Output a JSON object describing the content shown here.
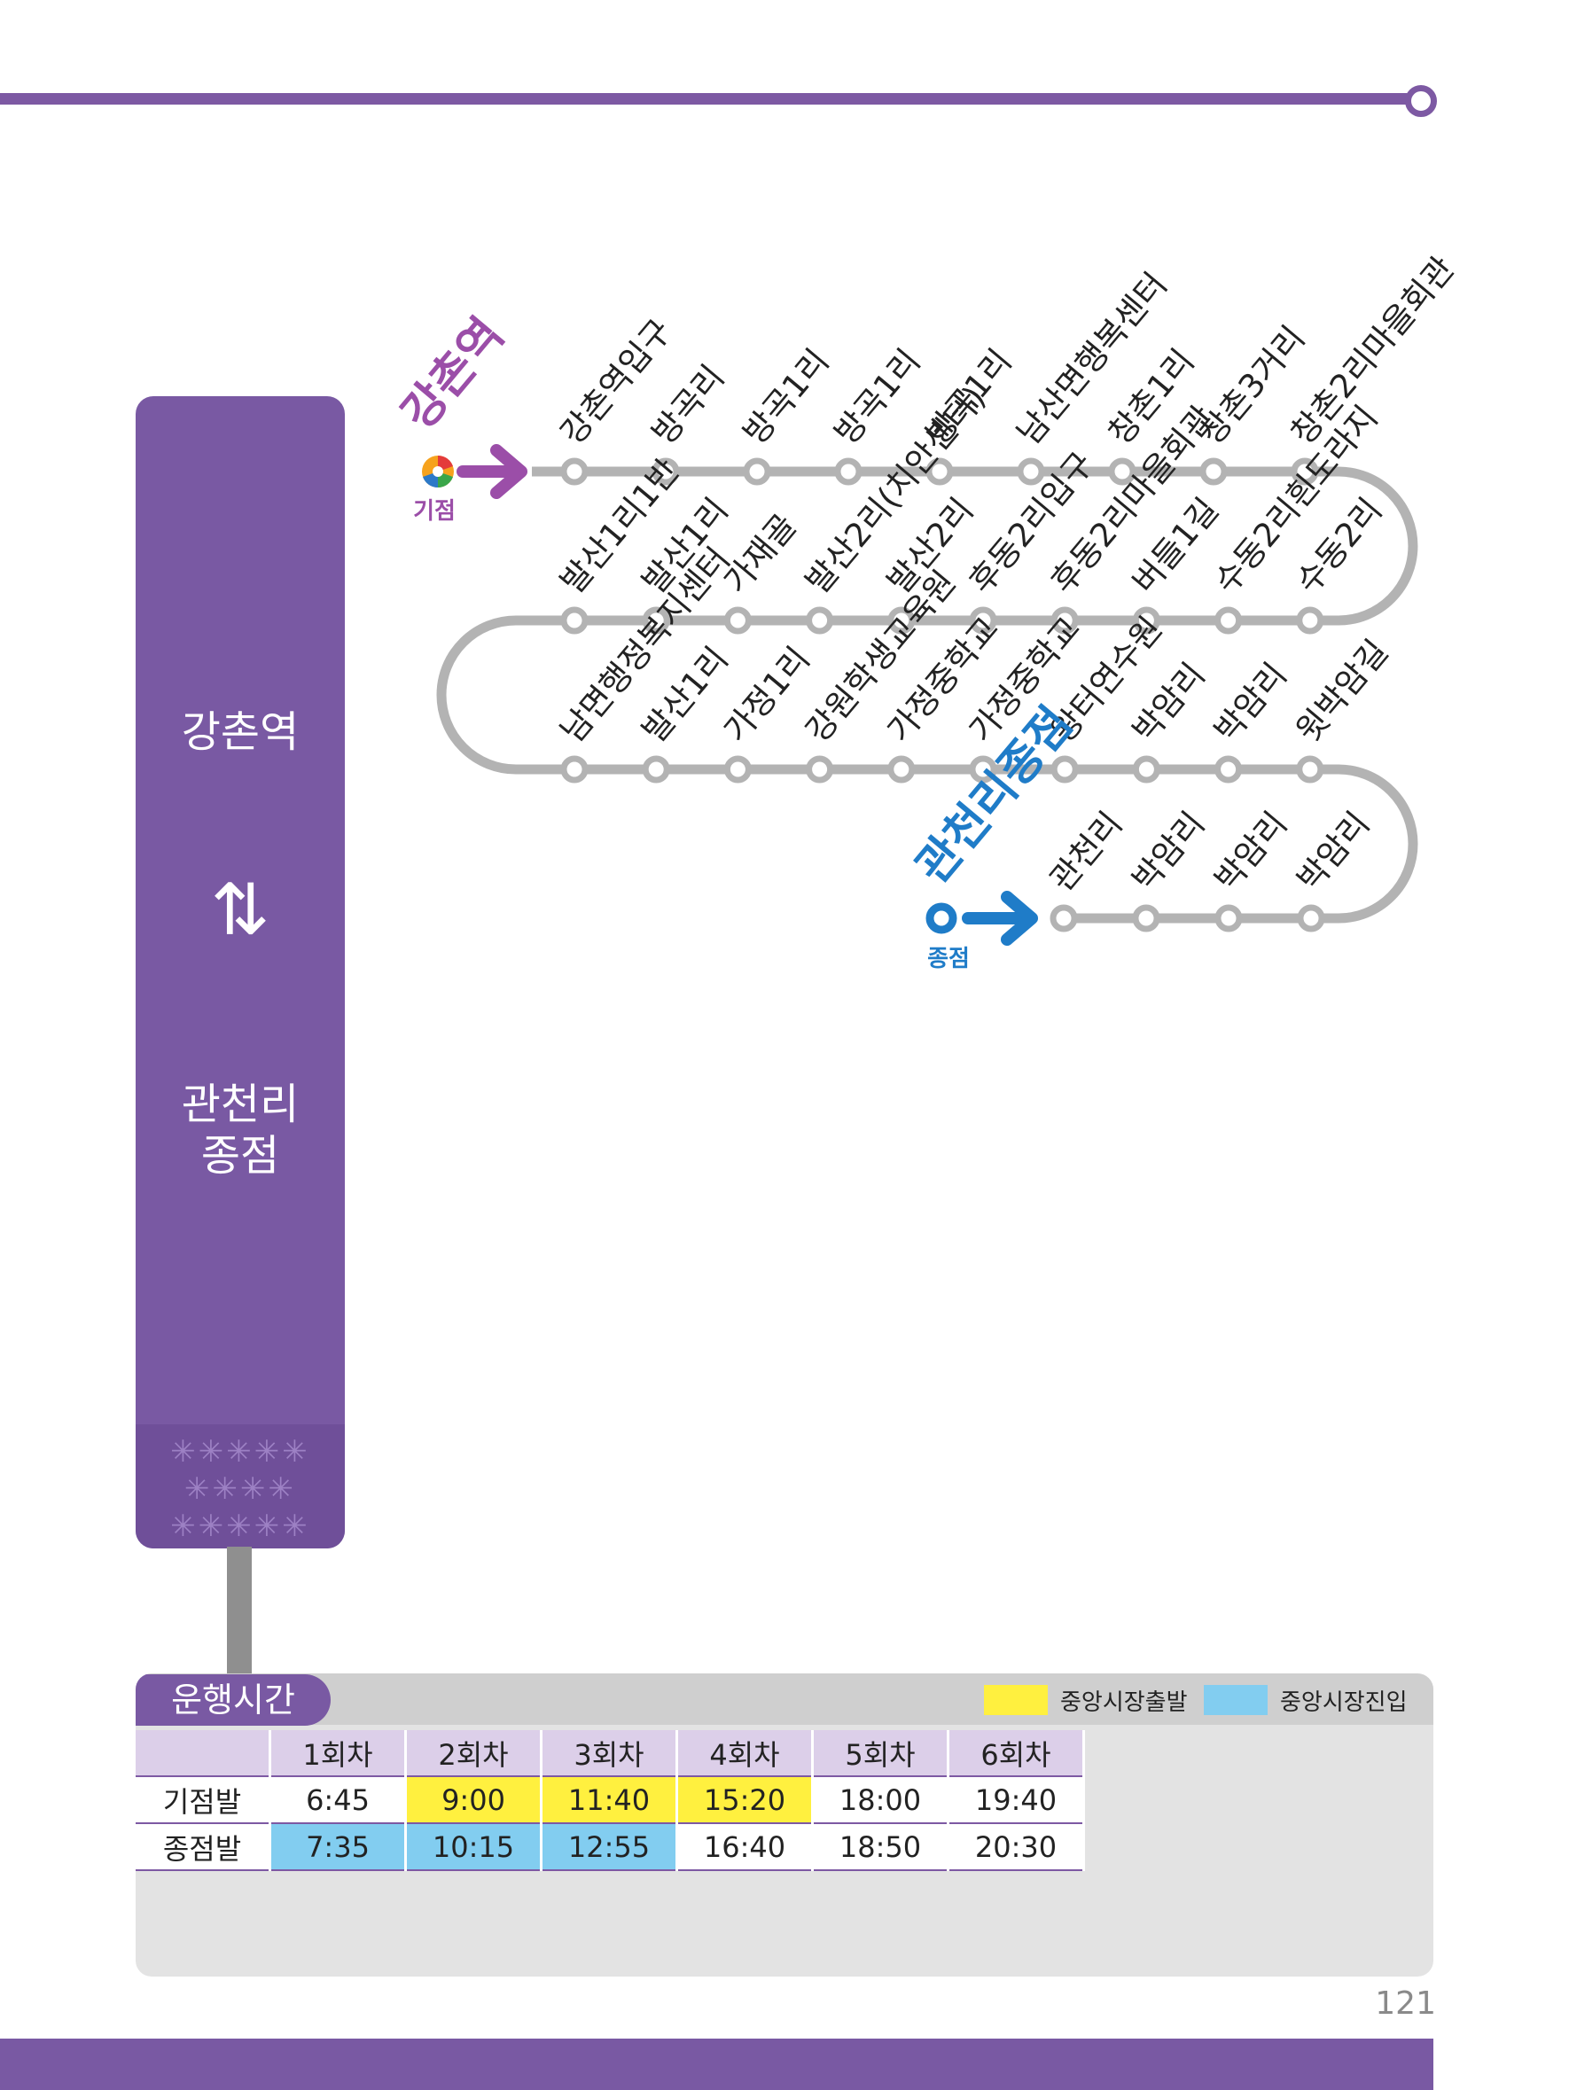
{
  "sidebar": {
    "from": "강촌역",
    "arrow": "⇅",
    "to_line1": "관천리",
    "to_line2": "종점",
    "pattern": "✳✳✳✳✳ ✳✳✳✳ ✳✳✳✳✳"
  },
  "route": {
    "origin_name": "강촌역",
    "origin_label": "기점",
    "terminus_name": "관천리종점",
    "terminus_label": "종점",
    "line_color": "#b3b3b3",
    "origin_color": "#9b4ea8",
    "terminus_color": "#1f7cc8",
    "row1": [
      "강촌역입구",
      "방곡리",
      "방곡1리",
      "방곡1리",
      "방곡1리",
      "남산면행복센터",
      "창촌1리",
      "창촌3거리",
      "창촌2리마을회관"
    ],
    "row2": [
      "발산1리1반",
      "발산1리",
      "가재골",
      "발산2리(치안센터)",
      "발산2리",
      "후동2리입구",
      "후동2리마을회관",
      "버들1길",
      "수동2리흰도라지",
      "수동2리"
    ],
    "row3": [
      "남면행정복지센터",
      "발산1리",
      "가정1리",
      "강원학생교육원",
      "가정중학교",
      "가정중학교",
      "왕터연수원",
      "박암리",
      "박암리",
      "윗박암길"
    ],
    "row4": [
      "관천리",
      "박암리",
      "박암리",
      "박암리"
    ]
  },
  "schedule": {
    "title": "운행시간",
    "legend_out": "중앙시장출발",
    "legend_in": "중앙시장진입",
    "legend_out_color": "#fff03f",
    "legend_in_color": "#82cdf0",
    "headers": [
      "1회차",
      "2회차",
      "3회차",
      "4회차",
      "5회차",
      "6회차"
    ],
    "origin_label": "기점발",
    "terminus_label": "종점발",
    "origin_times": [
      "6:45",
      "9:00",
      "11:40",
      "15:20",
      "18:00",
      "19:40"
    ],
    "terminus_times": [
      "7:35",
      "10:15",
      "12:55",
      "16:40",
      "18:50",
      "20:30"
    ]
  },
  "page_number": "121"
}
